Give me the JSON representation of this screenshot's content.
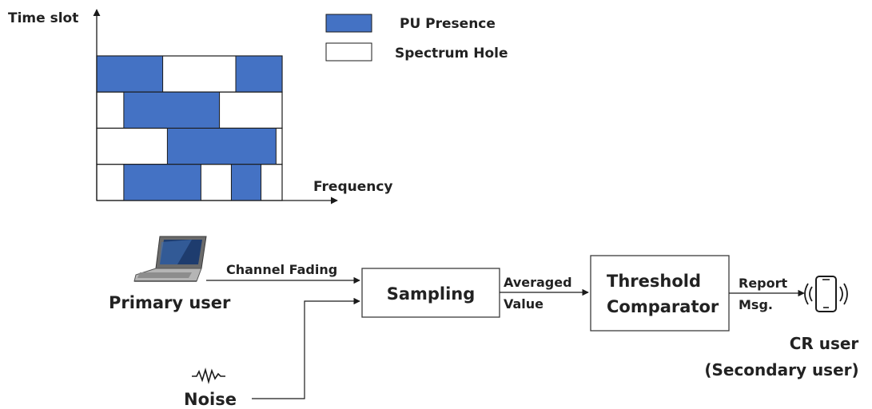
{
  "colors": {
    "pu_fill": "#4472c4",
    "hole_fill": "#ffffff",
    "outline": "#1a1a1a"
  },
  "axes": {
    "y_label": "Time slot",
    "x_label": "Frequency"
  },
  "legend": {
    "pu_presence": "PU Presence",
    "spectrum_hole": "Spectrum Hole"
  },
  "grid_rows": [
    [
      [
        0.0,
        0.356
      ],
      [
        0.75,
        1.0
      ]
    ],
    [
      [
        0.146,
        0.662
      ]
    ],
    [
      [
        0.381,
        0.967
      ]
    ],
    [
      [
        0.146,
        0.562
      ],
      [
        0.726,
        0.886
      ]
    ]
  ],
  "blocks": {
    "primary_user": "Primary user",
    "channel_fading": "Channel Fading",
    "sampling": "Sampling",
    "averaged_line1": "Averaged",
    "averaged_line2": "Value",
    "comparator_line1": "Threshold",
    "comparator_line2": "Comparator",
    "report_line1": "Report",
    "report_line2": "Msg.",
    "cr_line1": "CR user",
    "cr_line2": "(Secondary user)",
    "noise": "Noise"
  },
  "icons": [
    "laptop-icon",
    "noise-icon",
    "smartphone-icon"
  ]
}
